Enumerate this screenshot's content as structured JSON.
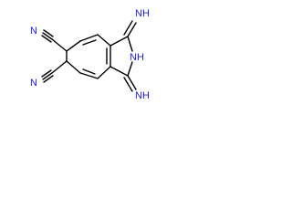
{
  "molecule": {
    "atoms": {
      "nitrile_top": "N",
      "nitrile_bottom": "N",
      "ring_nh": "NH",
      "imine_top": "NH",
      "imine_bottom": "NH"
    },
    "colors": {
      "bond": "#000000",
      "nitrogen": "#1a1aff",
      "background": "#ffffff"
    }
  }
}
